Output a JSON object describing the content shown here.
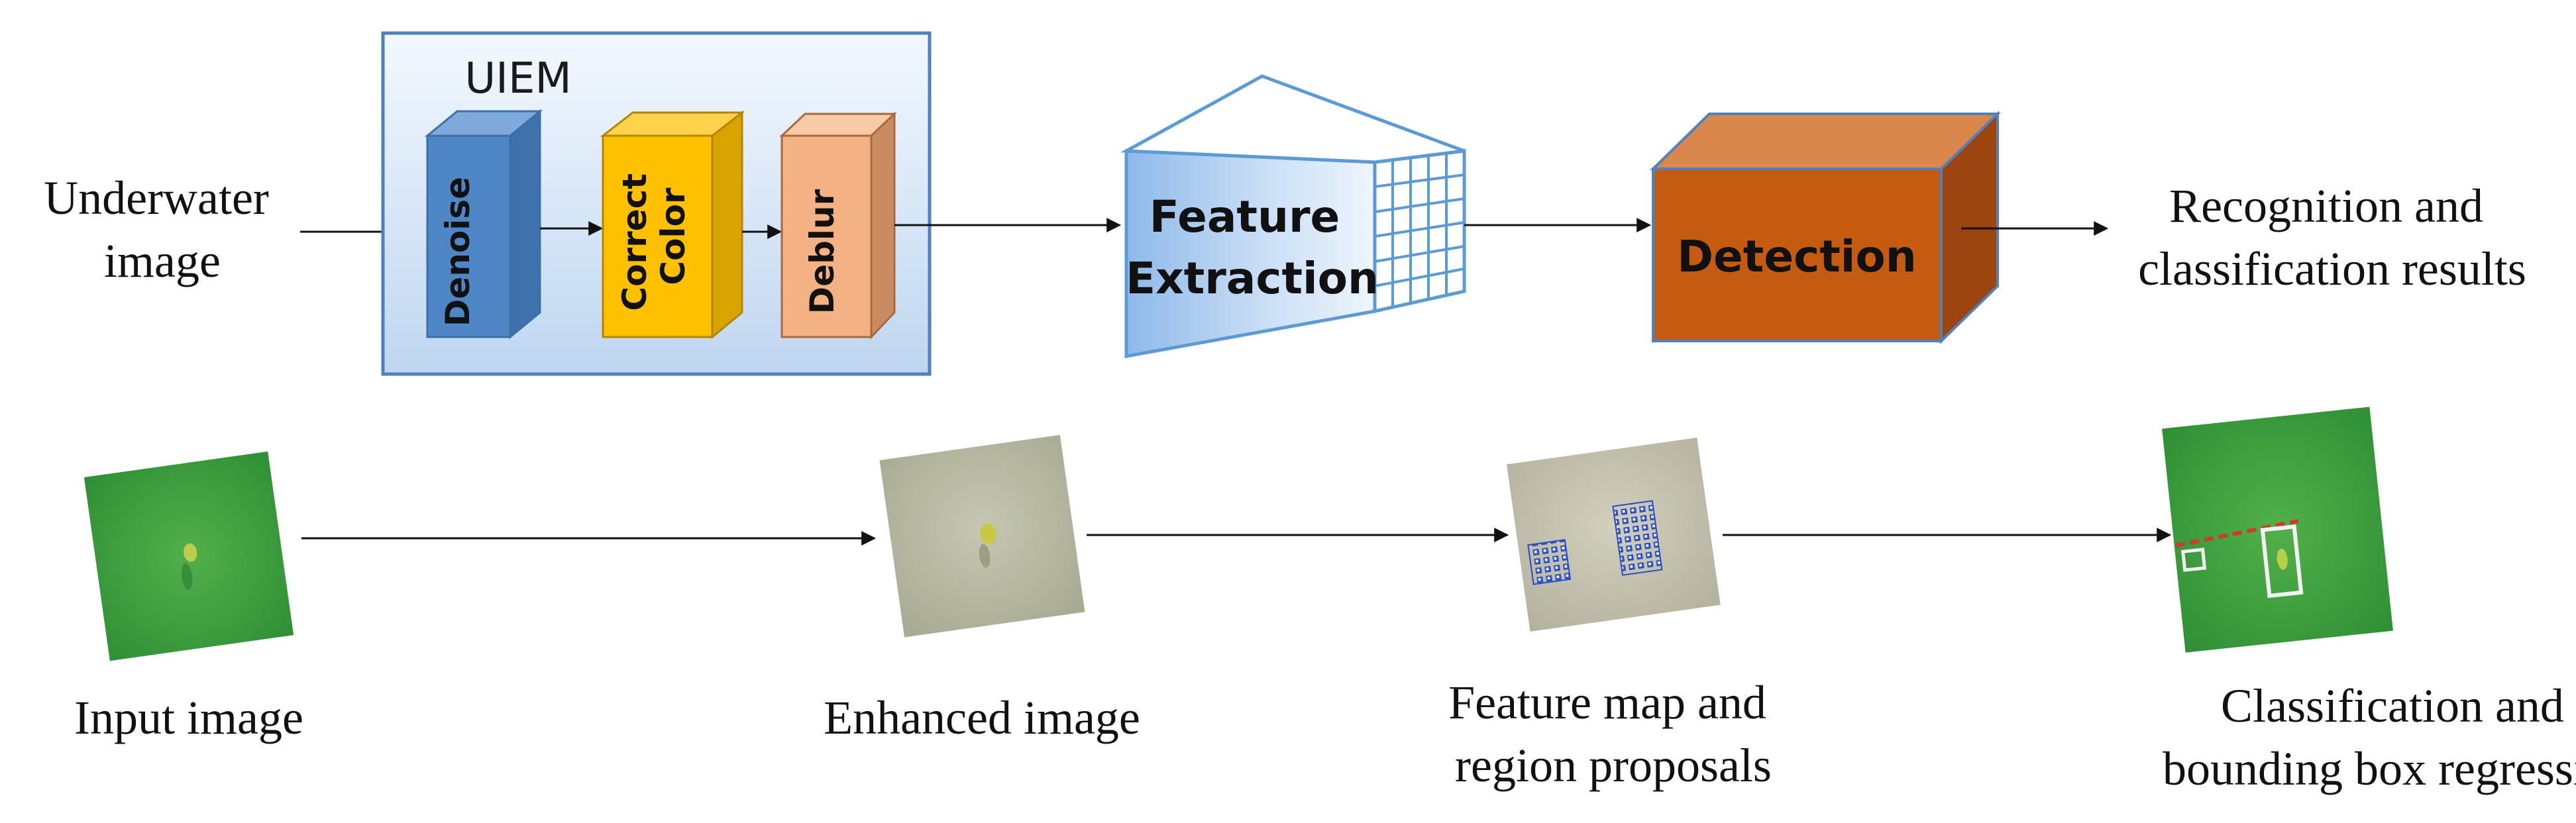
{
  "pipeline": {
    "input_label": [
      "Underwater",
      "image"
    ],
    "uiem_label": "UIEM",
    "modules": {
      "denoise": [
        "Denoise"
      ],
      "correct_color": [
        "Correct",
        "Color"
      ],
      "deblur": [
        "Deblur"
      ]
    },
    "feature_extraction": [
      "Feature",
      "Extraction"
    ],
    "detection": "Detection",
    "output_label": [
      "Recognition  and",
      "classification results"
    ]
  },
  "stages": {
    "input": [
      "Input image"
    ],
    "enhanced": [
      "Enhanced image"
    ],
    "feature_map": [
      "Feature map and",
      "region  proposals"
    ],
    "classification": [
      "Classification  and",
      "bounding box  regression"
    ]
  },
  "colors": {
    "uiem_frame": "#4f81bd",
    "denoise": "#4f86c6",
    "correct_color": "#ffc000",
    "deblur": "#f4b183",
    "feature_blue": "#9dc3e6",
    "detection": "#c55a11",
    "underwater_green": "#3fa640",
    "enhanced_tone": "#b8b8a0"
  }
}
